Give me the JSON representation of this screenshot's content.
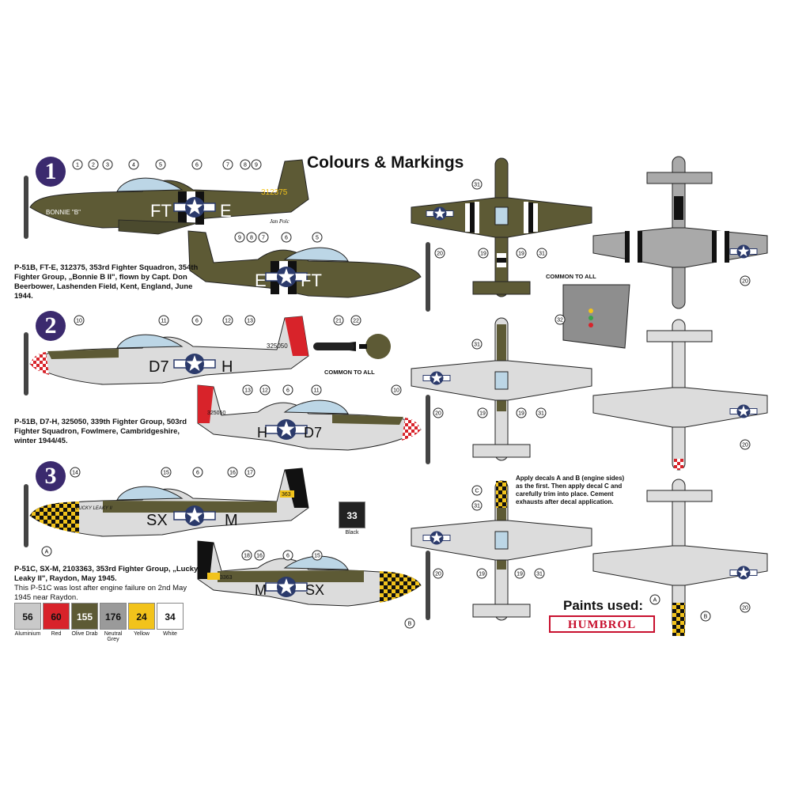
{
  "title": "Colours & Markings",
  "schemes": [
    {
      "number": "1",
      "code": "FT",
      "code2": "E",
      "serial": "312375",
      "nose_name": "BONNIE \"B\"",
      "signature": "Jan Polc",
      "description": "P-51B, FT-E, 312375, 353rd Fighter Squadron, 354th Fighter Group, „Bonnie B II\", flown by Capt. Don Beerbower,  Lashenden Field, Kent, England, June 1944."
    },
    {
      "number": "2",
      "code": "D7",
      "code2": "H",
      "serial": "325050",
      "description": "P-51B, D7-H, 325050, 339th Fighter Group, 503rd Fighter Squadron, Fowlmere, Cambridgeshire, winter 1944/45."
    },
    {
      "number": "3",
      "code": "SX",
      "code2": "M",
      "serial": "2103363",
      "serial_box": "363",
      "serial_small": "3363",
      "nose_name": "LUCKY LEAKY II",
      "description": "P-51C, SX-M, 2103363, 353rd Fighter Group, „Lucky Leaky II\", Raydon, May 1945.",
      "description_extra": "This P-51C was lost after engine failure on 2nd May 1945 near Raydon."
    }
  ],
  "callouts": {
    "s1_side": [
      "1",
      "2",
      "3",
      "4",
      "5",
      "6",
      "7",
      "8",
      "9"
    ],
    "s1_opp": [
      "9",
      "8",
      "7",
      "6",
      "5"
    ],
    "s2_side": [
      "10",
      "11",
      "6",
      "12",
      "13"
    ],
    "s2_opp": [
      "13",
      "12",
      "6",
      "11",
      "10"
    ],
    "s3_side": [
      "14",
      "15",
      "6",
      "16",
      "17"
    ],
    "s3_opp": [
      "18",
      "16",
      "6",
      "15"
    ],
    "props": [
      "21",
      "22"
    ],
    "top": [
      "31",
      "20",
      "19",
      "19",
      "31"
    ],
    "top2": [
      "31",
      "20",
      "19",
      "19",
      "31"
    ],
    "top3": [
      "C",
      "31",
      "20",
      "19",
      "19",
      "31"
    ],
    "under": [
      "20"
    ],
    "tail": [
      "32"
    ],
    "letters": [
      "A",
      "B",
      "A",
      "B"
    ]
  },
  "common_to_all_1": "COMMON TO ALL",
  "common_to_all_2": "COMMON TO ALL",
  "note": "Apply decals A and B (engine sides) as the first. Then apply decal C and carefully trim into place. Cement exhausts after decal application.",
  "paints_used": "Paints used:",
  "brand": "HUMBROL",
  "black_swatch": {
    "num": "33",
    "name": "Black"
  },
  "swatches": [
    {
      "num": "56",
      "name": "Aluminium",
      "color": "#c9c9c9",
      "text": "#111"
    },
    {
      "num": "60",
      "name": "Red",
      "color": "#d8232a",
      "text": "#111"
    },
    {
      "num": "155",
      "name": "Olive Drab",
      "color": "#5d5a35",
      "text": "#fff"
    },
    {
      "num": "176",
      "name": "Neutral Grey",
      "color": "#9a9a9a",
      "text": "#111"
    },
    {
      "num": "24",
      "name": "Yellow",
      "color": "#f2c31b",
      "text": "#111"
    },
    {
      "num": "34",
      "name": "White",
      "color": "#ffffff",
      "text": "#111"
    }
  ],
  "colors": {
    "olive": "#5d5a35",
    "aluminium": "#d9d9d9",
    "grey": "#a9a9a9",
    "red": "#d8232a",
    "yellow": "#f2c31b",
    "insignia": "#2b3a6b",
    "badge": "#3b2a6e"
  }
}
